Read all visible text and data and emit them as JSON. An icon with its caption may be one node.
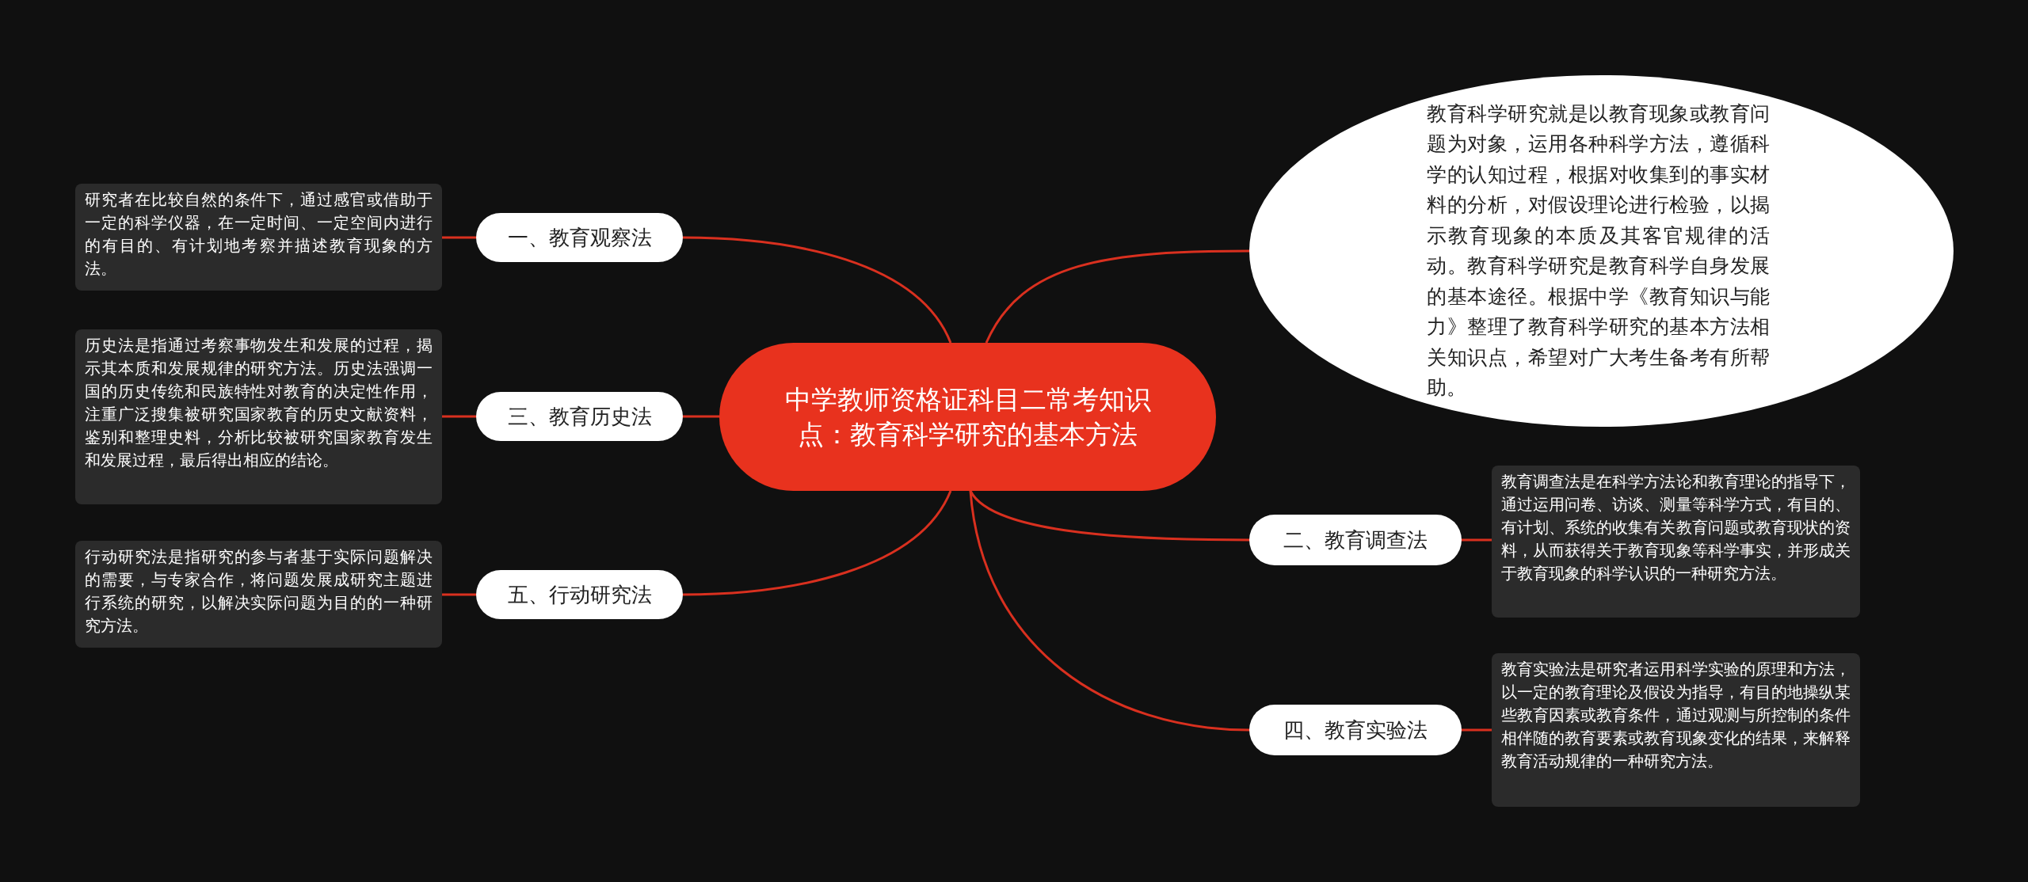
{
  "diagram": {
    "nodes": [
      {
        "text": [
          "中学教师资格证科目二常考知识点：教育科学研究的基本方法"
        ]
      },
      {
        "text": [
          "教育科学研究就是以教育现象或教育问题为对象，运用各种科学方法，遵循科学的认知过程，根据对收集到的事实材料的分析，对假设理论进行检验，以揭示教育现象的本质及其客官规律的活动。教育科学研究是教育科学自身发展的基本途径。根据中学《教育知识与能力》整理了教育科学研究的基本方法相关知识点，希望对广大考生备考有所帮助。"
        ]
      },
      {
        "text": [
          "一、教育观察法"
        ]
      },
      {
        "text": [
          "研究者在比较自然的条件下，通过感官或借助于一定的科学仪器，在一定时间、一定空间内进行的有目的、有计划地考察并描述教育现象的方法。"
        ]
      },
      {
        "text": [
          "二、教育调查法"
        ]
      },
      {
        "text": [
          "教育调查法是在科学方法论和教育理论的指导下，通过运用问卷、访谈、测量等科学方式，有目的、有计划、系统的收集有关教育问题或教育现状的资料，从而获得关于教育现象等科学事实，并形成关于教育现象的科学认识的一种研究方法。"
        ]
      },
      {
        "text": [
          "三、教育历史法"
        ]
      },
      {
        "text": [
          "历史法是指通过考察事物发生和发展的过程，揭示其本质和发展规律的研究方法。历史法强调一国的历史传统和民族特性对教育的决定性作用，注重广泛搜集被研究国家教育的历史文献资料，鉴别和整理史料，分析比较被研究国家教育发生和发展过程，最后得出相应的结论。"
        ]
      },
      {
        "text": [
          "四、教育实验法"
        ]
      },
      {
        "text": [
          "教育实验法是研究者运用科学实验的原理和方法，以一定的教育理论及假设为指导，有目的地操纵某些教育因素或教育条件，通过观测与所控制的条件相伴随的教育要素或教育现象变化的结果，来解释教育活动规律的一种研究方法。"
        ]
      },
      {
        "text": [
          "五、行动研究法"
        ]
      },
      {
        "text": [
          "行动研究法是指研究的参与者基于实际问题解决的需要，与专家合作，将问题发展成研究主题进行系统的研究，以解决实际问题为目的的一种研究方法。"
        ]
      }
    ],
    "edges": [
      {
        "from": 0,
        "to": 1,
        "arrow": "none"
      },
      {
        "from": 0,
        "to": 2,
        "arrow": "none"
      },
      {
        "from": 2,
        "to": 3,
        "arrow": "none"
      },
      {
        "from": 0,
        "to": 4,
        "arrow": "none"
      },
      {
        "from": 4,
        "to": 5,
        "arrow": "none"
      },
      {
        "from": 0,
        "to": 6,
        "arrow": "none"
      },
      {
        "from": 6,
        "to": 7,
        "arrow": "none"
      },
      {
        "from": 0,
        "to": 8,
        "arrow": "none"
      },
      {
        "from": 8,
        "to": 9,
        "arrow": "none"
      },
      {
        "from": 0,
        "to": 10,
        "arrow": "none"
      },
      {
        "from": 10,
        "to": 11,
        "arrow": "none"
      }
    ]
  }
}
